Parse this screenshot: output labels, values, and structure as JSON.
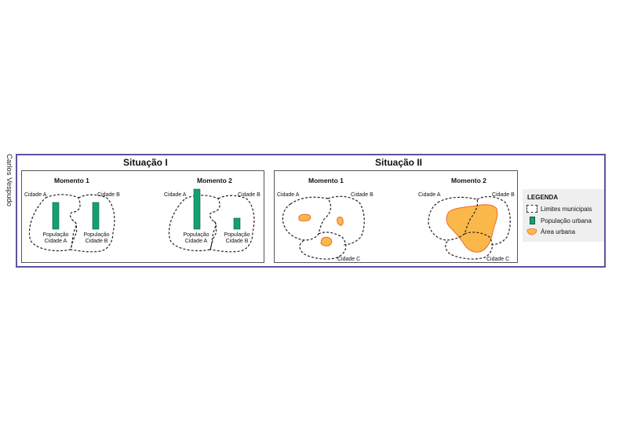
{
  "credit": "Carlos Vespudo",
  "situations": [
    {
      "title": "Situação I",
      "moments": [
        {
          "title": "Momento 1",
          "city_labels": [
            "Cidade A",
            "Cidade B"
          ],
          "bar_labels": [
            {
              "line1": "População",
              "line2": "Cidade A"
            },
            {
              "line1": "População",
              "line2": "Cidade B"
            }
          ],
          "population_relative": {
            "Cidade A": 1.0,
            "Cidade B": 1.0
          }
        },
        {
          "title": "Momento 2",
          "city_labels": [
            "Cidade A",
            "Cidade B"
          ],
          "bar_labels": [
            {
              "line1": "População",
              "line2": "Cidade A"
            },
            {
              "line1": "População",
              "line2": "Cidade B"
            }
          ],
          "population_relative": {
            "Cidade A": 1.5,
            "Cidade B": 0.4
          }
        }
      ]
    },
    {
      "title": "Situação II",
      "moments": [
        {
          "title": "Momento 1",
          "city_labels": [
            "Cidade A",
            "Cidade B",
            "Cidade C"
          ]
        },
        {
          "title": "Momento 2",
          "city_labels": [
            "Cidade A",
            "Cidade B",
            "Cidade C"
          ]
        }
      ]
    }
  ],
  "legend": {
    "title": "LEGENDA",
    "items": [
      {
        "label": "Limites municipais",
        "icon": "dashed-boundary-icon"
      },
      {
        "label": "População urbana",
        "icon": "green-bar-icon"
      },
      {
        "label": "Área urbana",
        "icon": "urban-area-icon"
      }
    ]
  },
  "colors": {
    "frame": "#5a55a0",
    "population_bar": "#14a074",
    "urban_fill": "#fbb84a",
    "urban_stroke": "#ec6a2c",
    "legend_bg": "#efefef"
  }
}
